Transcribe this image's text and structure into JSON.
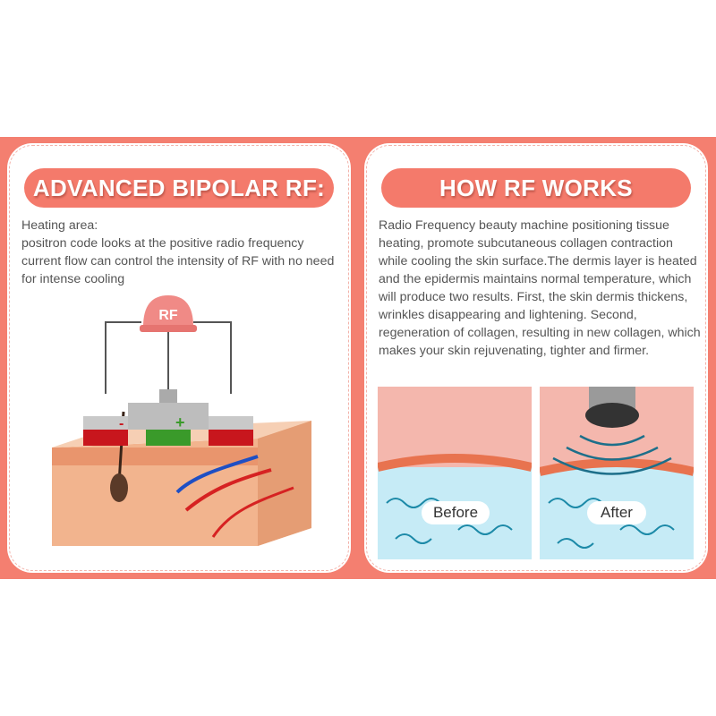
{
  "left": {
    "title": "ADVANCED BIPOLAR RF:",
    "heading": "Heating area:",
    "body": "positron code looks at the positive radio frequency current flow can control the intensity of RF with no need for intense cooling",
    "diagram": {
      "source_label": "RF",
      "minus": "-",
      "plus": "+"
    }
  },
  "right": {
    "title": "HOW RF WORKS",
    "body": "Radio Frequency beauty machine positioning tissue heating, promote subcutaneous collagen contraction while cooling the skin surface.The dermis layer is heated and the epidermis maintains normal temperature, which will produce two results. First, the skin dermis thickens, wrinkles disappearing and lightening. Second, regeneration of collagen, resulting in new collagen, which makes your skin rejuvenating, tighter and firmer.",
    "before_label": "Before",
    "after_label": "After"
  },
  "colors": {
    "accent": "#f47a6b",
    "band": "#f47f70",
    "electrode_red": "#c8161d",
    "electrode_green": "#3a9a2a"
  }
}
